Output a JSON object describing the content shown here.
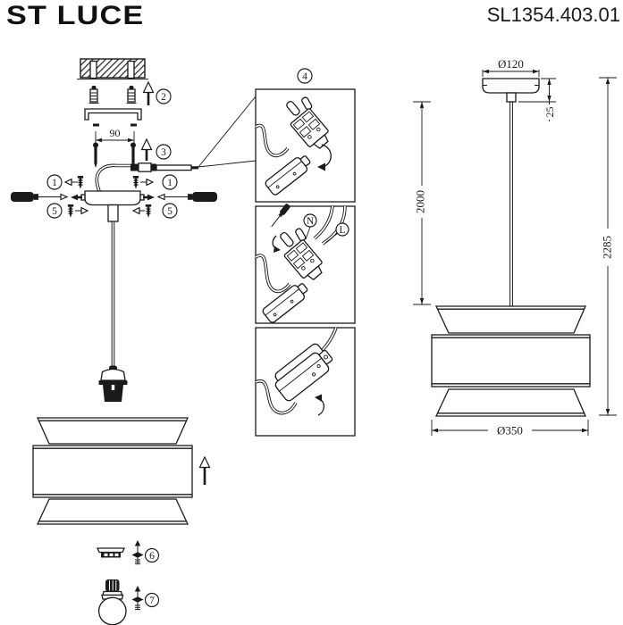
{
  "header": {
    "brand": "ST LUCE",
    "model": "SL1354.403.01"
  },
  "steps": {
    "s1": "1",
    "s2": "2",
    "s3": "3",
    "s4": "4",
    "s5": "5",
    "s6": "6",
    "s7": "7"
  },
  "wiring": {
    "neutral": "N",
    "live": "L"
  },
  "dimensions": {
    "mounting_spacing": "90",
    "canopy_diameter": "Ø120",
    "canopy_height": "25",
    "cable_length": "2000",
    "total_height": "2285",
    "shade_diameter": "Ø350"
  },
  "colors": {
    "ink": "#1a1a1a",
    "background": "#ffffff"
  }
}
